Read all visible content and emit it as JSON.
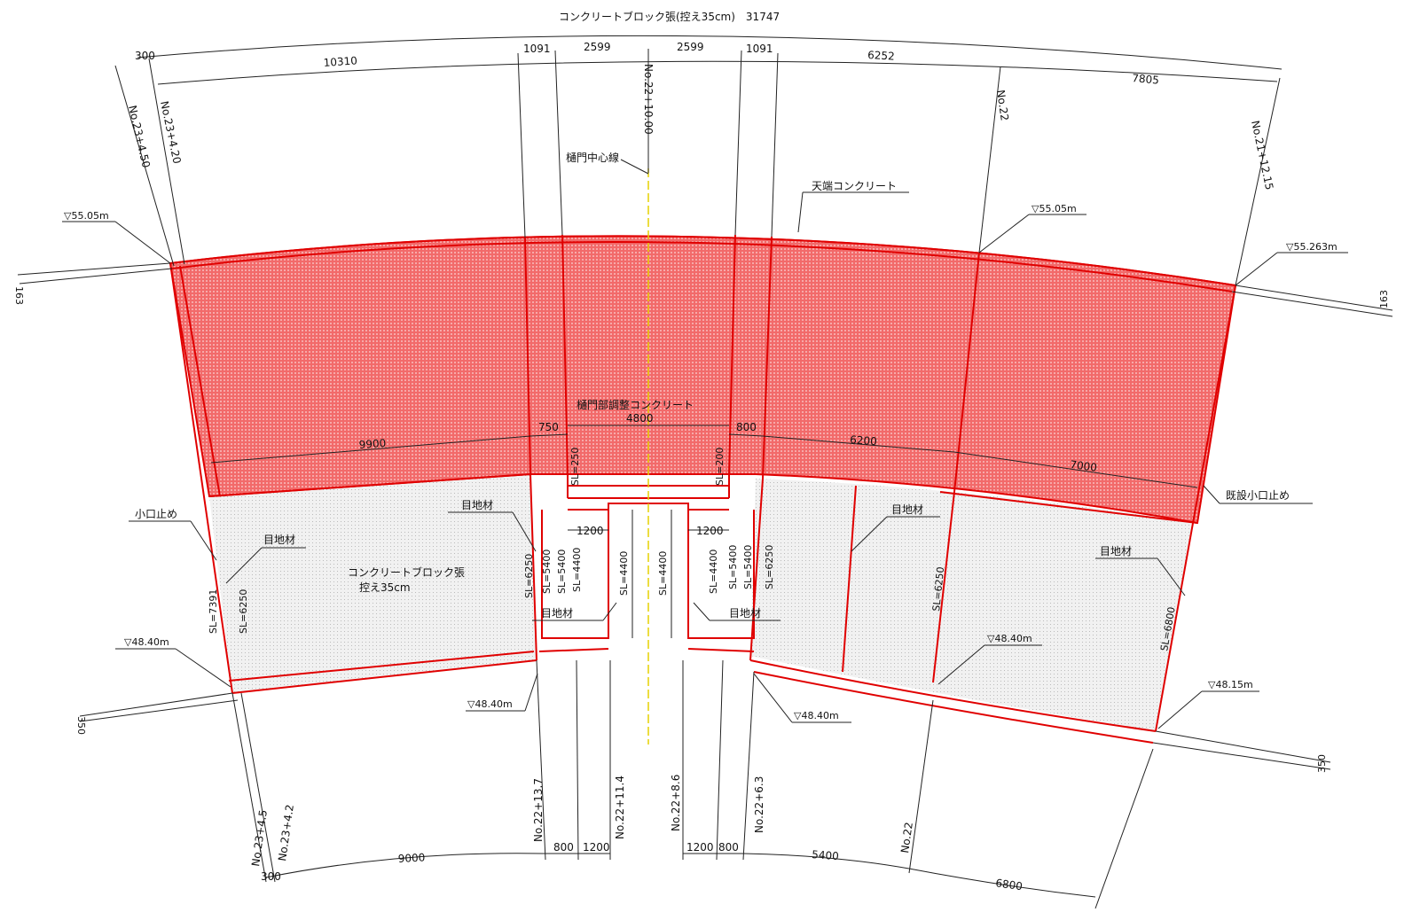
{
  "drawing": {
    "top_overall_dim": "コンクリートブロック張(控え35cm)　31747",
    "top_dims": [
      "300",
      "10310",
      "1091",
      "2599",
      "2599",
      "1091",
      "6252",
      "7805"
    ],
    "stations_top": [
      "No.23+4.50",
      "No.23+4.20",
      "No.22+10.00",
      "No.22",
      "No.21+12.15"
    ],
    "labels": {
      "sluice_center": "樋門中心線",
      "crown_concrete": "天端コンクリート",
      "adjust_concrete": "樋門部調整コンクリート",
      "block_pavement_1": "コンクリートブロック張",
      "block_pavement_2": "控え35cm",
      "koguchi_dome": "小口止め",
      "existing_koguchi": "既設小口止め",
      "joint_material": "目地材"
    },
    "levels": {
      "top_left": "▽55.05m",
      "top_mid": "▽55.05m",
      "top_right": "▽55.263m",
      "bot_left": "▽48.40m",
      "bot_c1": "▽48.40m",
      "bot_c2": "▽48.40m",
      "bot_mid": "▽48.40m",
      "bot_right": "▽48.15m"
    },
    "mid_dims": [
      "9900",
      "750",
      "4800",
      "800",
      "6200",
      "7000"
    ],
    "inner_dims": [
      "1200",
      "1200"
    ],
    "slopes": [
      "SL=7391",
      "SL=6250",
      "SL=6250",
      "SL=5400",
      "SL=5400",
      "SL=4400",
      "SL=4400",
      "SL=4400",
      "SL=4400",
      "SL=5400",
      "SL=5400",
      "SL=6250",
      "SL=6250",
      "SL=6800",
      "SL=250",
      "SL=200"
    ],
    "side_dims": [
      "163",
      "163",
      "350",
      "350"
    ],
    "bottom_dims": [
      "300",
      "9000",
      "800",
      "1200",
      "1200",
      "800",
      "5400",
      "6800"
    ],
    "stations_bottom": [
      "No.23+4.5",
      "No.23+4.2",
      "No.22+13.7",
      "No.22+11.4",
      "No.22+8.6",
      "No.22+6.3",
      "No.22"
    ]
  }
}
